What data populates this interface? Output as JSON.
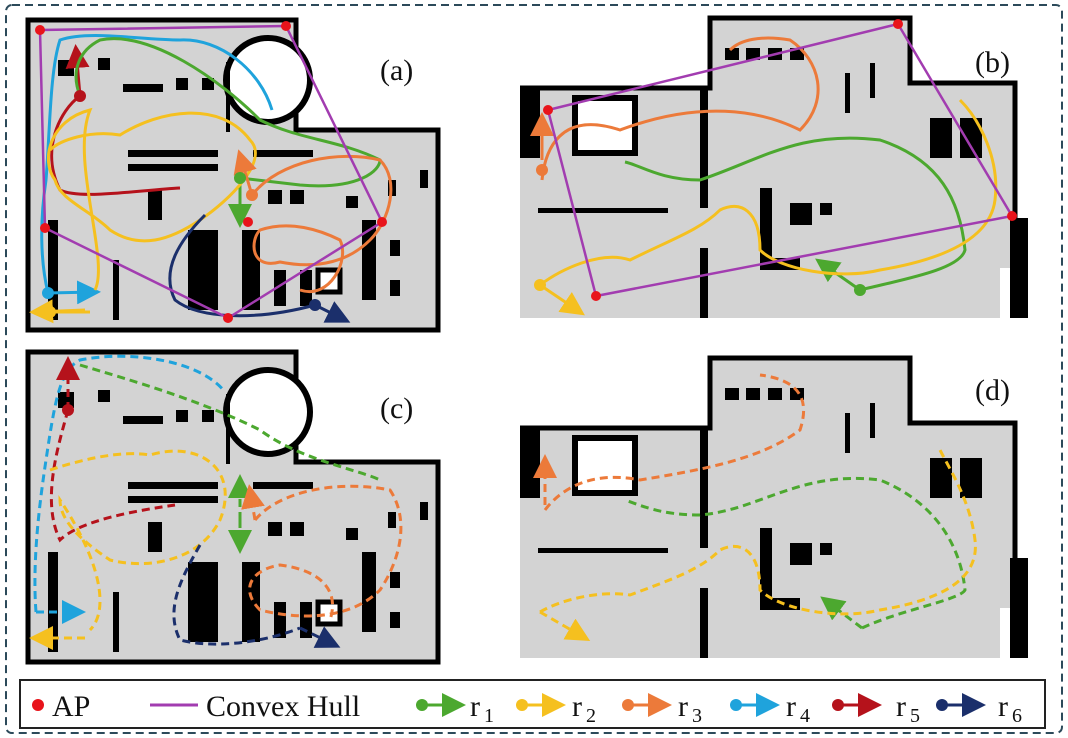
{
  "panels": [
    {
      "id": "a",
      "label": "(a)"
    },
    {
      "id": "b",
      "label": "(b)"
    },
    {
      "id": "c",
      "label": "(c)"
    },
    {
      "id": "d",
      "label": "(d)"
    }
  ],
  "legend": {
    "ap": {
      "label": "AP",
      "color": "#e8141b"
    },
    "hull": {
      "label": "Convex Hull",
      "color": "#a23cb0"
    },
    "routes": [
      {
        "base": "r",
        "sub": "1",
        "color": "#4ca82f"
      },
      {
        "base": "r",
        "sub": "2",
        "color": "#f5c01f"
      },
      {
        "base": "r",
        "sub": "3",
        "color": "#ec7a3a"
      },
      {
        "base": "r",
        "sub": "4",
        "color": "#1fa3dc"
      },
      {
        "base": "r",
        "sub": "5",
        "color": "#b5121b"
      },
      {
        "base": "r",
        "sub": "6",
        "color": "#1b2f6b"
      }
    ]
  },
  "colors": {
    "floor": "#d3d3d3",
    "wall": "#000000",
    "frame": "#2c4a5a"
  }
}
